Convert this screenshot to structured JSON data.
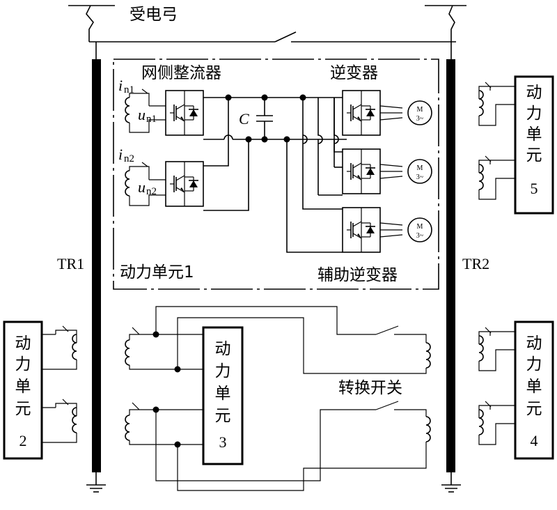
{
  "labels": {
    "pantograph": "受电弓",
    "grid_rectifier": "网侧整流器",
    "inverter": "逆变器",
    "aux_inverter": "辅助逆变器",
    "capacitor": "C",
    "current1_main": "i",
    "current1_sub": "n1",
    "voltage1_main": "u",
    "voltage1_sub": "n1",
    "current2_main": "i",
    "current2_sub": "n2",
    "voltage2_main": "u",
    "voltage2_sub": "n2",
    "unit1": "动力单元1",
    "tr1": "TR1",
    "tr2": "TR2",
    "switch": "转换开关",
    "motor_m": "M",
    "motor_phase": "3~"
  },
  "units": {
    "unit2": [
      "动",
      "力",
      "单",
      "元",
      "2"
    ],
    "unit3": [
      "动",
      "力",
      "单",
      "元",
      "3"
    ],
    "unit4": [
      "动",
      "力",
      "单",
      "元",
      "4"
    ],
    "unit5": [
      "动",
      "力",
      "单",
      "元",
      "5"
    ]
  }
}
